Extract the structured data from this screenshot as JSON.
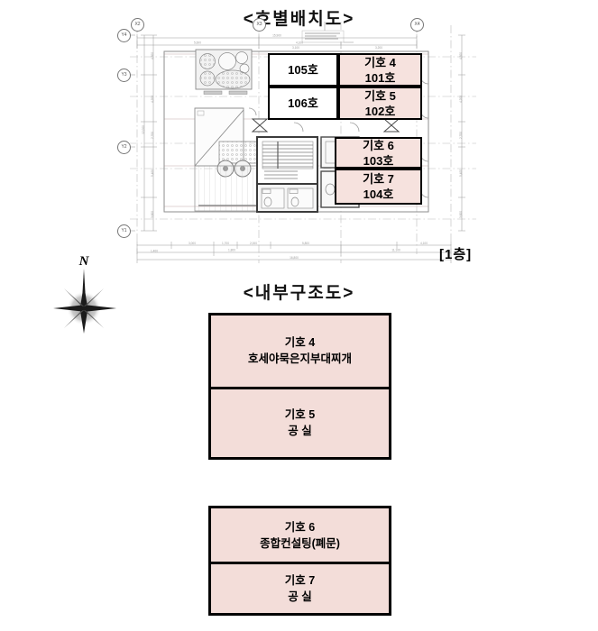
{
  "document": {
    "layout_plan_title": "<호별배치도>",
    "interior_plan_title": "<내부구조도>",
    "floor_label": "[1층]"
  },
  "compass": {
    "north_label": "N",
    "icon": "compass-rose-icon"
  },
  "site_plan": {
    "grid_labels_top": [
      "X2",
      "X3",
      "X4"
    ],
    "grid_labels_left": [
      "Y4",
      "Y3",
      "Y2",
      "Y1"
    ],
    "units": [
      {
        "id": "unit-105",
        "symbol": "",
        "number": "105호",
        "filled": false
      },
      {
        "id": "unit-106",
        "symbol": "",
        "number": "106호",
        "filled": false
      },
      {
        "id": "unit-101",
        "symbol": "기호 4",
        "number": "101호",
        "filled": true
      },
      {
        "id": "unit-102",
        "symbol": "기호 5",
        "number": "102호",
        "filled": true
      },
      {
        "id": "unit-103",
        "symbol": "기호 6",
        "number": "103호",
        "filled": true
      },
      {
        "id": "unit-104",
        "symbol": "기호 7",
        "number": "104호",
        "filled": true
      }
    ]
  },
  "interior_structure": {
    "groups": [
      {
        "id": "interior-group-upper",
        "cells": [
          {
            "symbol": "기호 4",
            "usage": "호세야묵은지부대찌개"
          },
          {
            "symbol": "기호 5",
            "usage": "공 실"
          }
        ]
      },
      {
        "id": "interior-group-lower",
        "cells": [
          {
            "symbol": "기호 6",
            "usage": "종합컨설팅(폐문)"
          },
          {
            "symbol": "기호 7",
            "usage": "공 실"
          }
        ]
      }
    ]
  },
  "colors": {
    "unit_fill_pink": "#f6e2de",
    "structure_fill_pink": "#f3ddd9",
    "outline_black": "#000000",
    "cad_line_grey": "#9a9a9a"
  }
}
